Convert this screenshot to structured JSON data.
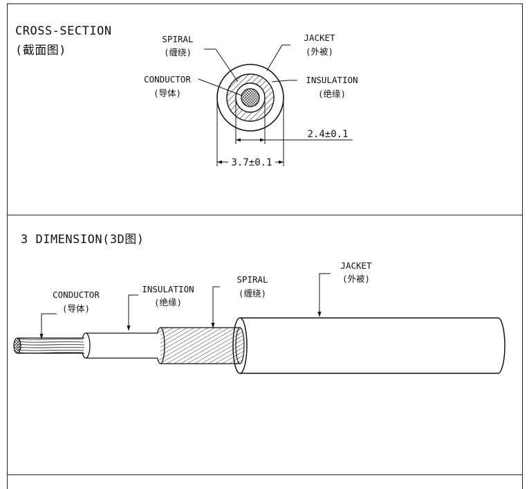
{
  "cross_section": {
    "title": "CROSS-SECTION",
    "title_cn": "(截面图)",
    "spiral": "SPIRAL",
    "spiral_cn": "(缠绕)",
    "jacket": "JACKET",
    "jacket_cn": "(外被)",
    "conductor": "CONDUCTOR",
    "conductor_cn": "(导体)",
    "insulation": "INSULATION",
    "insulation_cn": "(绝缘)",
    "dim_inner": "2.4±0.1",
    "dim_outer": "3.7±0.1"
  },
  "three_d": {
    "title": "3 DIMENSION(3D图)",
    "conductor": "CONDUCTOR",
    "conductor_cn": "(导体)",
    "insulation": "INSULATION",
    "insulation_cn": "(绝缘)",
    "spiral": "SPIRAL",
    "spiral_cn": "(缠绕)",
    "jacket": "JACKET",
    "jacket_cn": "(外被)"
  }
}
